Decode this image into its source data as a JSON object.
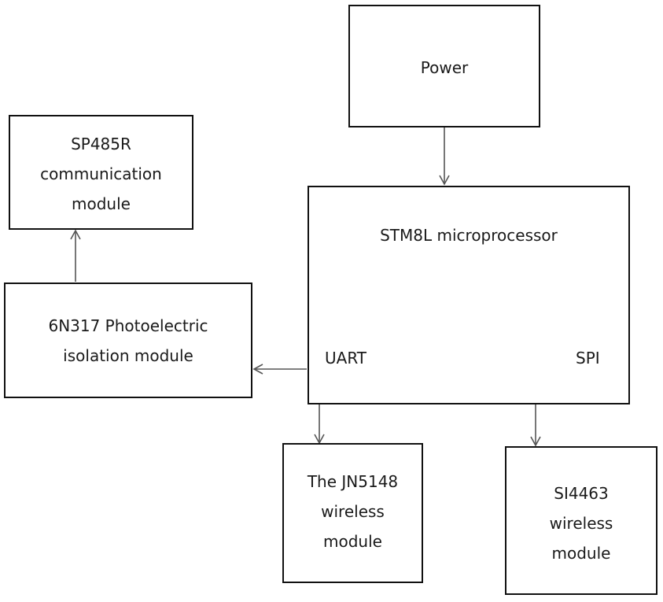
{
  "diagram": {
    "nodes": {
      "power": {
        "label": "Power"
      },
      "mcu": {
        "label": "STM8L microprocessor",
        "uart": "UART",
        "spi": "SPI"
      },
      "sp485r": {
        "label": "SP485R\ncommunication\nmodule"
      },
      "isolation": {
        "label": "6N317 Photoelectric\nisolation module"
      },
      "jn5148": {
        "label": "The JN5148\nwireless\nmodule"
      },
      "si4463": {
        "label": "SI4463\nwireless\nmodule"
      }
    },
    "edges": [
      {
        "from": "power",
        "to": "mcu"
      },
      {
        "from": "mcu",
        "to": "isolation",
        "via": "UART"
      },
      {
        "from": "isolation",
        "to": "sp485r"
      },
      {
        "from": "mcu",
        "to": "jn5148"
      },
      {
        "from": "mcu",
        "to": "si4463",
        "via": "SPI"
      }
    ]
  }
}
